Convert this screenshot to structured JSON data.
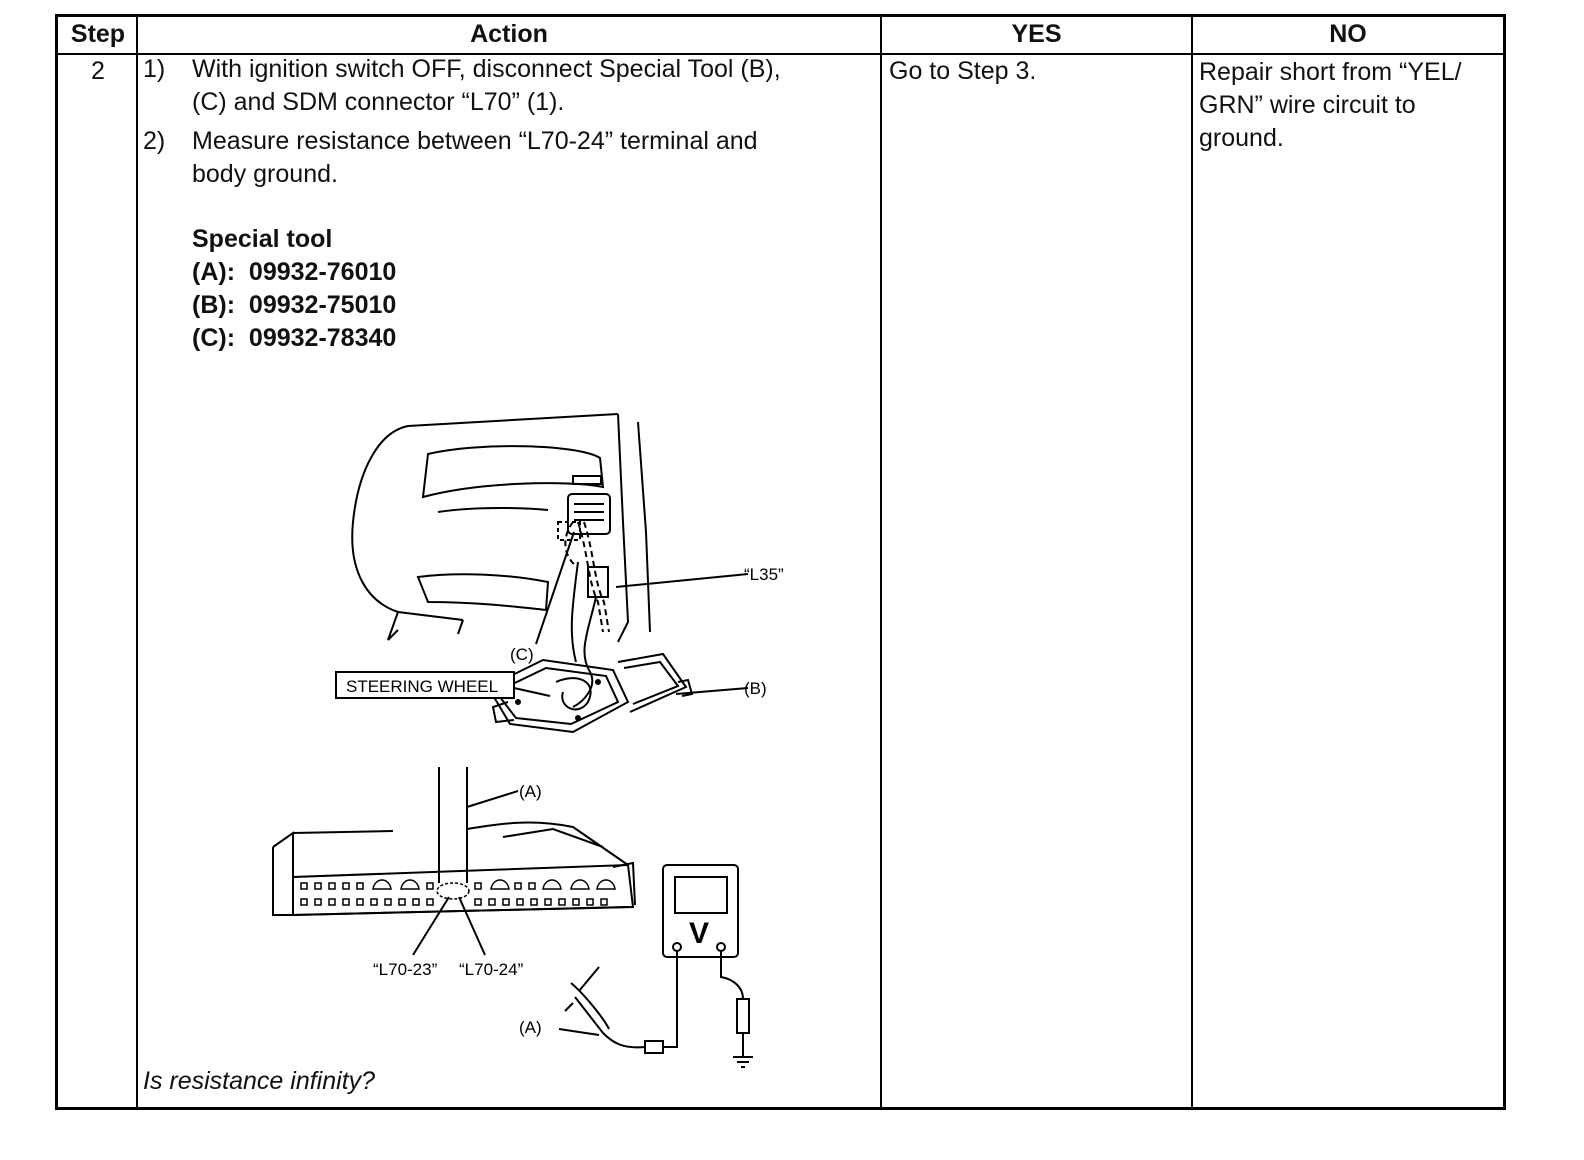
{
  "table": {
    "headers": {
      "step": "Step",
      "action": "Action",
      "yes": "YES",
      "no": "NO"
    },
    "row": {
      "step": "2",
      "action": {
        "items": [
          {
            "num": "1)",
            "line1": "With ignition switch OFF, disconnect Special Tool (B),",
            "line2": "(C) and SDM connector “L70” (1)."
          },
          {
            "num": "2)",
            "line1": "Measure resistance between “L70-24” terminal and",
            "line2": "body ground."
          }
        ],
        "special_tool": {
          "title": "Special tool",
          "lines": [
            "(A):  09932-76010",
            "(B):  09932-75010",
            "(C):  09932-78340"
          ]
        },
        "question": "Is resistance infinity?"
      },
      "yes": "Go to Step 3.",
      "no": {
        "lines": [
          "Repair short from “YEL/",
          "GRN” wire circuit to",
          "ground."
        ]
      }
    }
  },
  "figure1": {
    "label_l35": "“L35”",
    "label_c": "(C)",
    "label_b": "(B)",
    "label_steering": "STEERING WHEEL"
  },
  "figure2": {
    "label_a_top": "(A)",
    "label_l70_23": "“L70-23”",
    "label_l70_24": "“L70-24”",
    "label_a_bottom": "(A)",
    "meter_v": "V"
  }
}
